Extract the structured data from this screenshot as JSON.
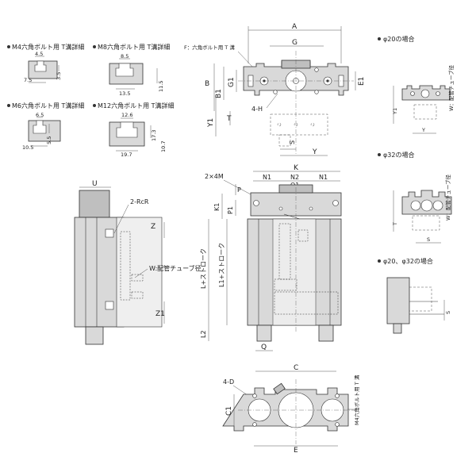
{
  "details": {
    "m4": "M4六角ボルト用 T溝詳細",
    "m8": "M8六角ボルト用 T溝詳細",
    "m6": "M6六角ボルト用 T溝詳細",
    "m12": "M12六角ボルト用 T溝詳細",
    "m4_dims": [
      "4.5",
      "3.5",
      "7.5"
    ],
    "m8_dims": [
      "8.5",
      "11.5",
      "13.5"
    ],
    "m6_dims": [
      "6.5",
      "5.5",
      "10.5"
    ],
    "m12_dims": [
      "12.6",
      "17.3",
      "19.7",
      "10.7"
    ]
  },
  "top_view": {
    "bolt_note": "F：六角ボルト用 T 溝",
    "labels": [
      "A",
      "G",
      "B",
      "B1",
      "G1",
      "E1",
      "4-H",
      "Y1",
      "T",
      "S",
      "Y"
    ]
  },
  "side_view": {
    "labels": [
      "U",
      "2-RcR",
      "Z",
      "W:配管チューブ径",
      "Z1"
    ]
  },
  "front_view": {
    "labels": [
      "2×4M",
      "K",
      "N1",
      "N2",
      "N1",
      "Q1",
      "P",
      "K1",
      "P1",
      "L+ストローク",
      "L1+ストローク",
      "L2",
      "Q"
    ]
  },
  "bottom_view": {
    "labels": [
      "C",
      "4-D",
      "C1",
      "E",
      "M4六角ボルト用 T 溝"
    ]
  },
  "right_views": {
    "phi20": "φ20の場合",
    "phi32": "φ32の場合",
    "phi20_32": "φ20、φ32の場合",
    "tube_note": "W：配管チューブ径",
    "small_labels": [
      "Y1",
      "T",
      "S",
      "Y"
    ]
  }
}
